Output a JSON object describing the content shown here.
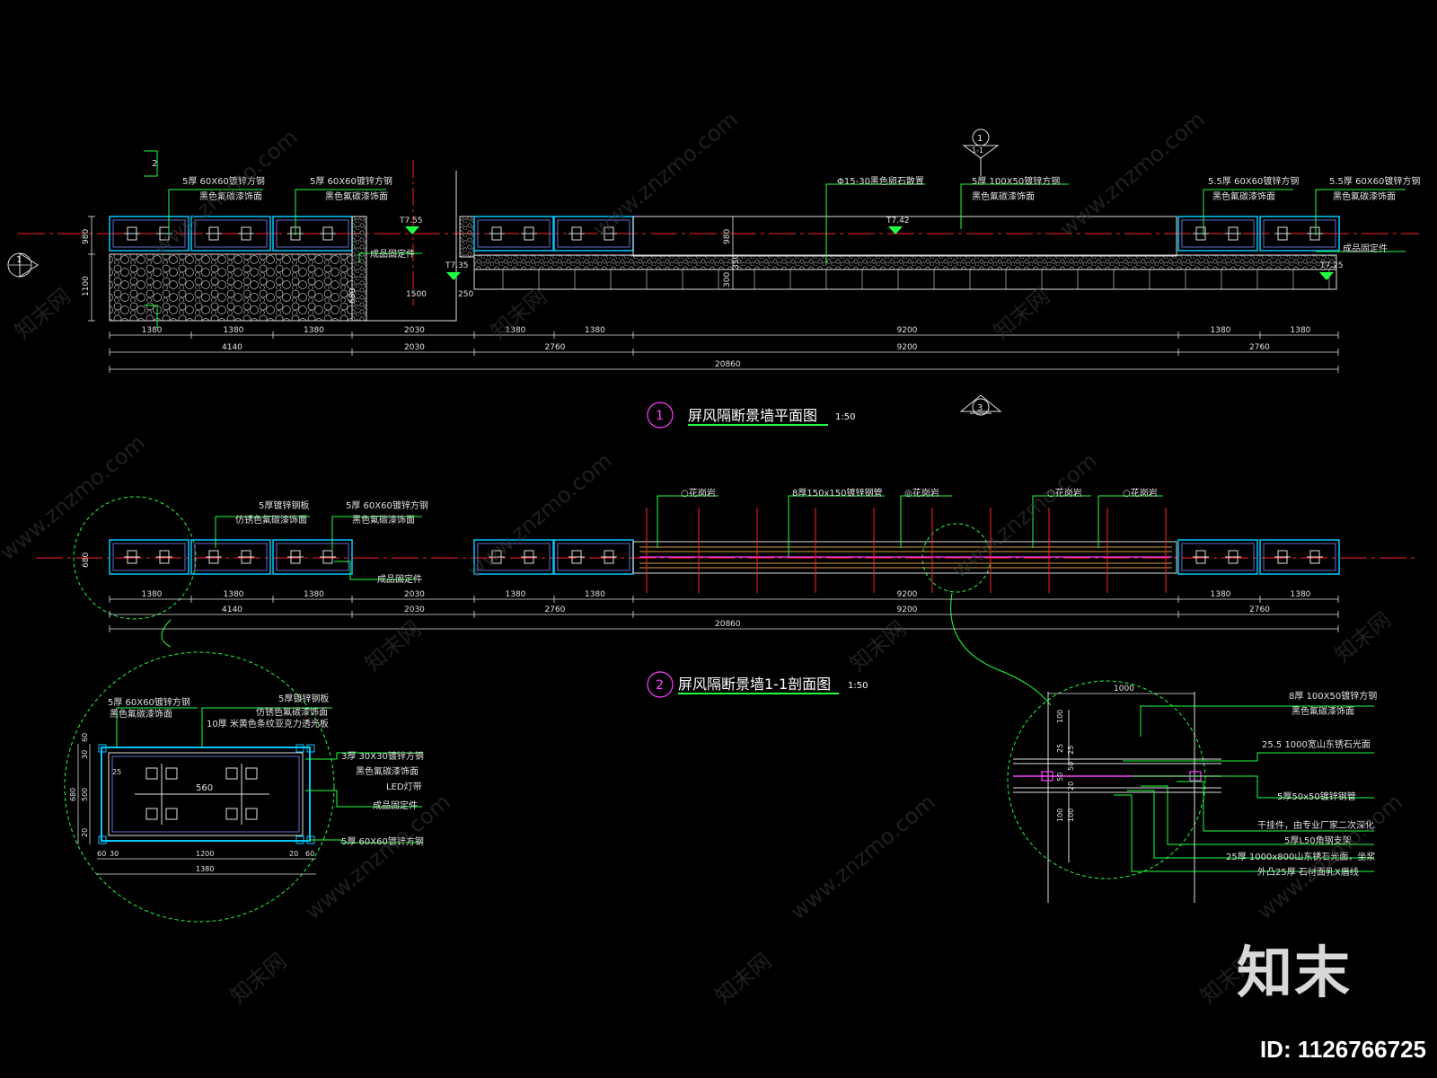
{
  "plan": {
    "title_no": "1",
    "title": "屏风隔断景墙平面图",
    "scale": "1:50",
    "section_top_no": "1",
    "section_top_sub": "1-1",
    "detail_ref_no": "3",
    "side_ref_no": "1",
    "detail_ref_2": "2",
    "notes": {
      "n1": "5厚 60X60镀锌方钢",
      "n1b": "黑色氟碳漆饰面",
      "n2": "5厚 60X60镀锌方钢",
      "n2b": "黑色氟碳漆饰面",
      "n3": "Φ15-30黑色卵石散置",
      "n4": "5厚 100X50镀锌方钢",
      "n4b": "黑色氟碳漆饰面",
      "n5": "5.5厚 60X60镀锌方钢",
      "n5b": "黑色氟碳漆饰面",
      "n6": "5.5厚 60X60镀锌方钢",
      "n6b": "黑色氟碳漆饰面",
      "n7": "成品固定件",
      "n8": "成品固定件"
    },
    "levels": {
      "l1": "T7.55",
      "l2": "T7.42",
      "l3": "T7.35",
      "l4": "T7.25"
    },
    "side_dims": {
      "d980": "980",
      "d1100": "1100",
      "d300": "300",
      "d350": "350",
      "d680": "680",
      "d1500": "1500",
      "d250": "250",
      "d980b": "980"
    },
    "dims_row1": [
      "1380",
      "1380",
      "1380",
      "2030",
      "1380",
      "1380",
      "9200",
      "1380",
      "1380"
    ],
    "dims_row2": [
      "4140",
      "2030",
      "2760",
      "9200",
      "2760"
    ],
    "total": "20860"
  },
  "section": {
    "title_no": "2",
    "title": "屏风隔断景墙1-1剖面图",
    "scale": "1:50",
    "notes": {
      "a1": "5厚镀锌钢板",
      "a1b": "仿锈色氟碳漆饰面",
      "a2": "5厚 60X60镀锌方钢",
      "a2b": "黑色氟碳漆饰面",
      "a3": "成品固定件",
      "b1": "○花岗岩",
      "b2": "8厚150x150镀锌钢管",
      "b3": "◎花岗岩",
      "b4": "○花岗岩",
      "b5": "○花岗岩"
    },
    "side_dim": "680",
    "dims_row1": [
      "1380",
      "1380",
      "1380",
      "2030",
      "1380",
      "1380",
      "9200",
      "1380",
      "1380"
    ],
    "dims_row2": [
      "4140",
      "2030",
      "2760",
      "9200",
      "2760"
    ],
    "total": "20860"
  },
  "detail_left": {
    "notes": {
      "c1": "5厚 60X60镀锌方钢",
      "c1b": "黑色氟碳漆饰面",
      "c2": "5厚镀锌钢板",
      "c2b": "仿锈色氟碳漆饰面",
      "c2c": "10厚 米黄色条纹亚克力透光板",
      "c3": "3厚 30X30镀锌方钢",
      "c3b": "黑色氟碳漆饰面",
      "c3c": "LED灯带",
      "c4": "成品固定件",
      "c5": "5厚 60X60镀锌方钢"
    },
    "dims": {
      "d60": "60",
      "d30": "30",
      "d25": "25",
      "d560": "560",
      "d680": "680",
      "d500": "500",
      "d20": "20",
      "d1200": "1200",
      "d1380": "1380",
      "d60b": "60",
      "d30b": "30",
      "d20b": "20",
      "d60c": "60"
    }
  },
  "detail_right": {
    "notes": {
      "e1": "8厚 100X50镀锌方钢",
      "e1b": "黑色氟碳漆饰面",
      "e2": "25.5 1000宽山东锈石光面",
      "e3": "5厚50x50镀锌钢管",
      "e4": "干挂件，由专业厂家二次深化",
      "e5": "5厚L50角钢支架",
      "e6": "25厚 1000x800山东锈石光面，坐浆",
      "e7": "外凸25厚 石材面乳X眉线"
    },
    "dims": {
      "w1000": "1000",
      "h100": "100",
      "h25": "25",
      "h50": "50",
      "h100b": "100",
      "h50b": "50",
      "h25b": "25",
      "h20": "20",
      "h100c": "100"
    }
  },
  "watermark_site": "www.znzmo.com",
  "watermark_cn": "知末网",
  "brand": "知末",
  "image_id": "ID: 1126766725"
}
